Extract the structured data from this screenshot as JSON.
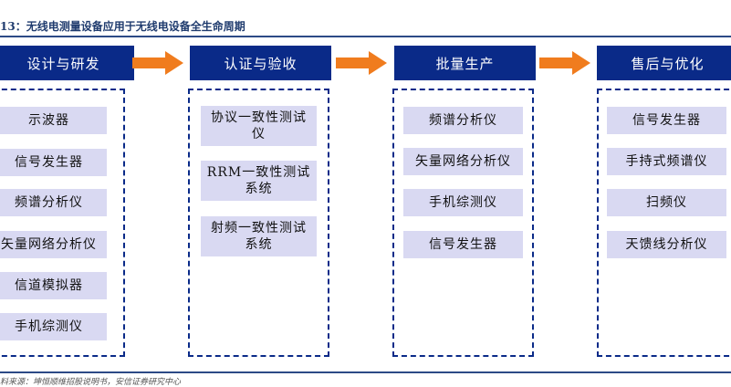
{
  "title": "13：无线电测量设备应用于无线电设备全生命周期",
  "stages": [
    {
      "label": "设计与研发",
      "items": [
        "示波器",
        "信号发生器",
        "频谱分析仪",
        "矢量网络分析仪",
        "信道模拟器",
        "手机综测仪"
      ]
    },
    {
      "label": "认证与验收",
      "items": [
        "协议一致性测试仪",
        "RRM一致性测试系统",
        "射频一致性测试系统"
      ]
    },
    {
      "label": "批量生产",
      "items": [
        "频谱分析仪",
        "矢量网络分析仪",
        "手机综测仪",
        "信号发生器"
      ]
    },
    {
      "label": "售后与优化",
      "items": [
        "信号发生器",
        "手持式频谱仪",
        "扫频仪",
        "天馈线分析仪"
      ]
    }
  ],
  "source": "料来源：坤恒顺维招股说明书，安信证券研究中心",
  "colors": {
    "stage_bg": "#0a2a88",
    "item_bg": "#d9d9f2",
    "arrow": "#f07c1e",
    "rule": "#2c4a86"
  }
}
